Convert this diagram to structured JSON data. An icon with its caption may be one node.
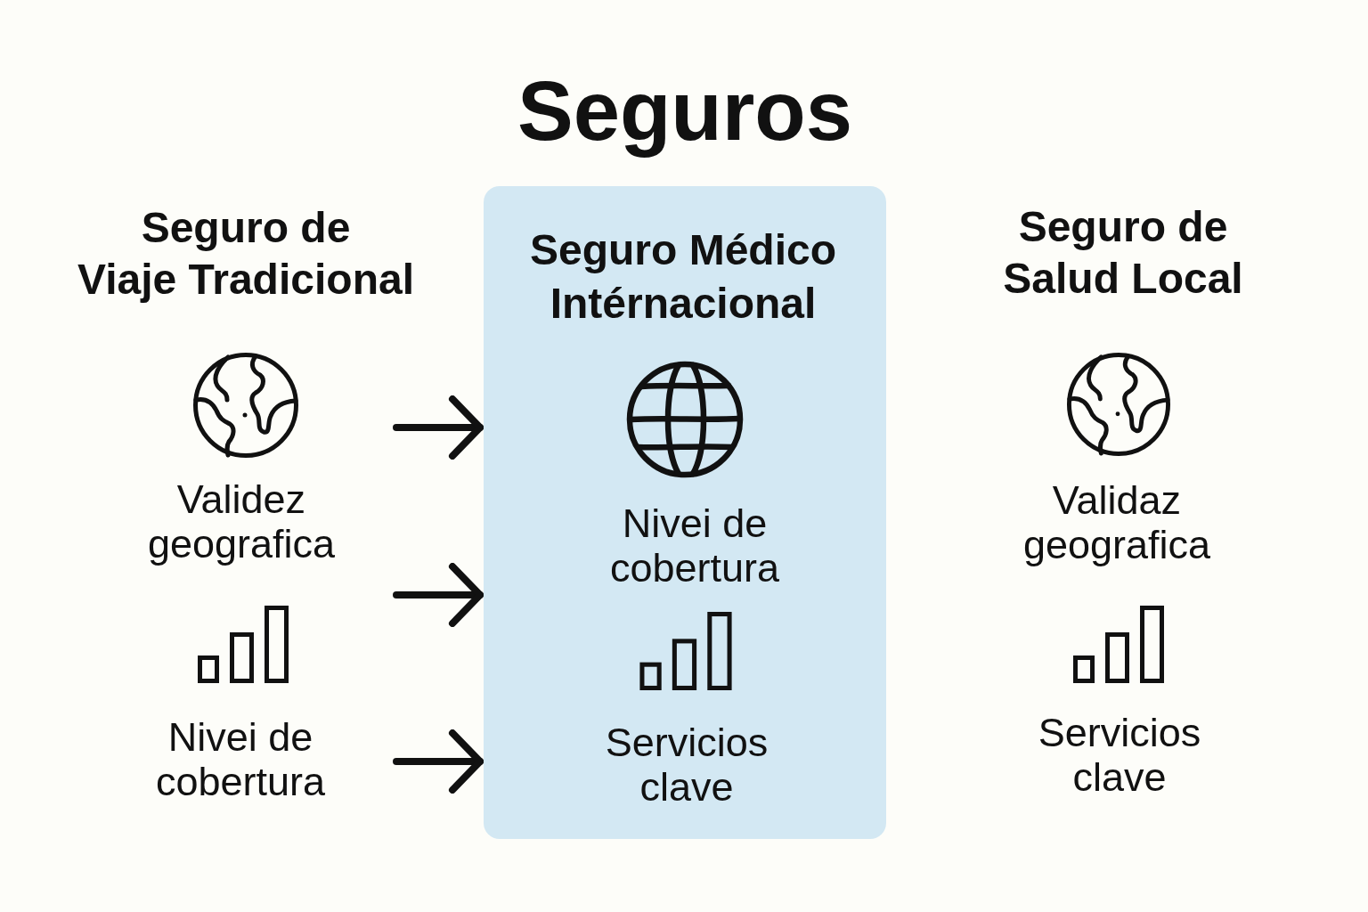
{
  "diagram": {
    "title": "Seguros",
    "nodes": [
      {
        "text": [
          "Seguro de Viaje Tradicional",
          "Validez geografica",
          "Nivei de cobertura"
        ]
      },
      {
        "text": [
          "Seguro Médico Intérnacional",
          "Nivei de cobertura",
          "Servicios clave"
        ]
      }
    ],
    "edges": [
      {
        "from": 0,
        "to": 1,
        "arrow": "to"
      },
      {
        "from": 0,
        "to": 1,
        "arrow": "to"
      },
      {
        "from": 0,
        "to": 1,
        "arrow": "to"
      }
    ],
    "labels": [
      "Seguro de Salud Local",
      "Validaz geografica",
      "Servicios clave"
    ]
  }
}
